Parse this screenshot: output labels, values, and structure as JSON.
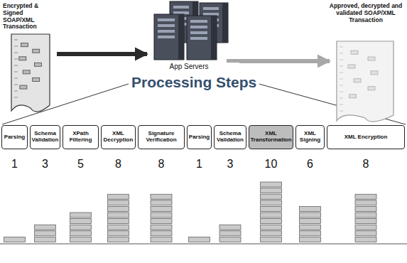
{
  "diagram": {
    "title": "Processing Steps",
    "nodes": [
      {
        "text": [
          "Encrypted & Signed SOAP/XML Transaction"
        ]
      },
      {
        "text": [
          "App Servers"
        ]
      },
      {
        "text": [
          "Approved, decrypted and validated SOAP/XML Transaction"
        ]
      },
      {
        "text": [
          "Parsing"
        ]
      },
      {
        "text": [
          "Schema Validation"
        ]
      },
      {
        "text": [
          "XPath Filtering"
        ]
      },
      {
        "text": [
          "XML Decryption"
        ]
      },
      {
        "text": [
          "Signature Verification"
        ]
      },
      {
        "text": [
          "Parsing"
        ]
      },
      {
        "text": [
          "Schema Validation"
        ]
      },
      {
        "text": [
          "XML Transformation"
        ]
      },
      {
        "text": [
          "XML Signing"
        ]
      },
      {
        "text": [
          "XML Encryption"
        ]
      }
    ],
    "edges": [
      {
        "from": 0,
        "to": 1,
        "arrow": "to"
      },
      {
        "from": 1,
        "to": 2,
        "arrow": "to"
      }
    ],
    "labels": [
      "1",
      "3",
      "5",
      "8",
      "8",
      "1",
      "3",
      "10",
      "6",
      "8"
    ]
  }
}
